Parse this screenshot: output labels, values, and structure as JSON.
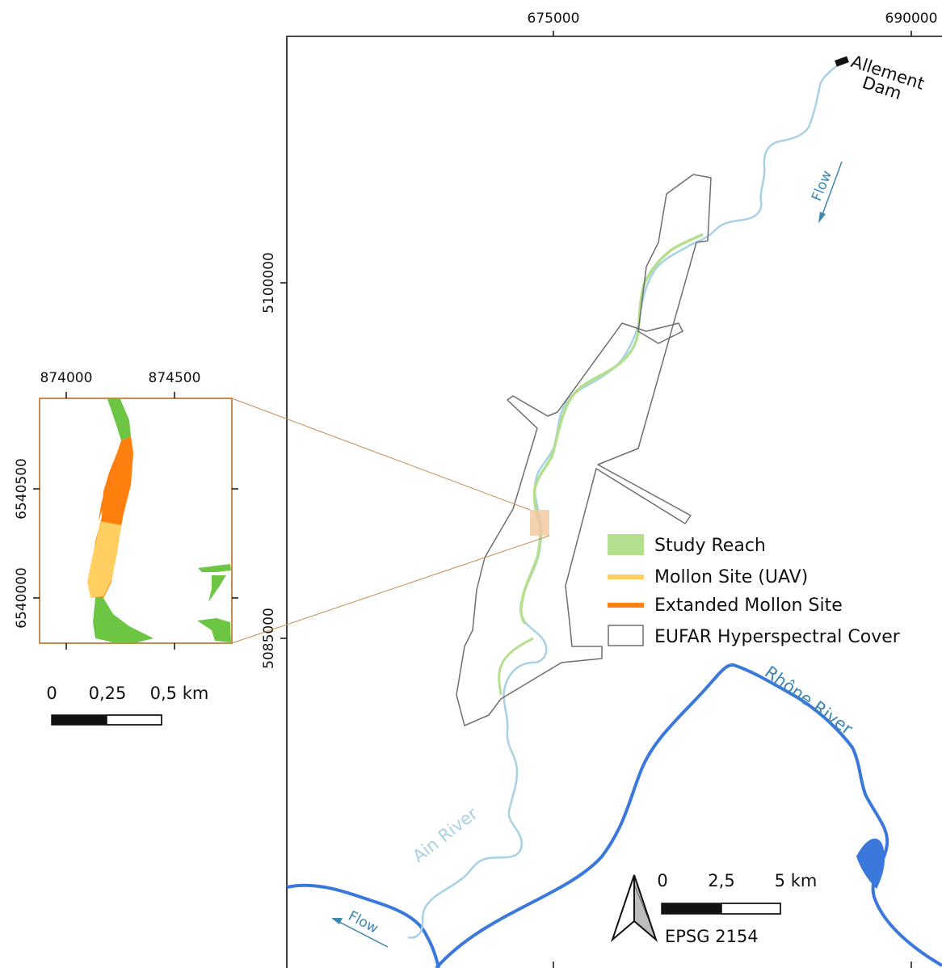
{
  "main_map": {
    "x_ticks": [
      "675000",
      "690000"
    ],
    "y_ticks": [
      "5100000",
      "5085000"
    ],
    "dam_label_line1": "Allement",
    "dam_label_line2": "Dam",
    "flow_label": "Flow",
    "ain_river_label": "Ain River",
    "rhone_river_label": "Rhône River",
    "crs_label": "EPSG 2154",
    "scale": {
      "labels": [
        "0",
        "2,5",
        "5 km"
      ]
    },
    "colors": {
      "ain_river": "#a8d1e4",
      "rhone_river": "#3a78db",
      "label_blue": "#3d86b2",
      "cover_outline": "#6e6e6e"
    }
  },
  "inset_map": {
    "x_ticks": [
      "874000",
      "874500"
    ],
    "y_ticks": [
      "6540500",
      "6540000"
    ],
    "scale": {
      "labels": [
        "0",
        "0,25",
        "0,5 km"
      ]
    },
    "colors": {
      "frame": "#c48a4e"
    }
  },
  "legend": {
    "items": [
      {
        "label": "Study Reach",
        "color": "#b4df8e",
        "symbol": "patch"
      },
      {
        "label": "Mollon Site (UAV)",
        "color": "#ffd061",
        "symbol": "line"
      },
      {
        "label": "Extanded Mollon Site",
        "color": "#ff7f0e",
        "symbol": "line"
      },
      {
        "label": "EUFAR Hyperspectral Cover",
        "color": "#6e6e6e",
        "symbol": "outline"
      }
    ]
  }
}
